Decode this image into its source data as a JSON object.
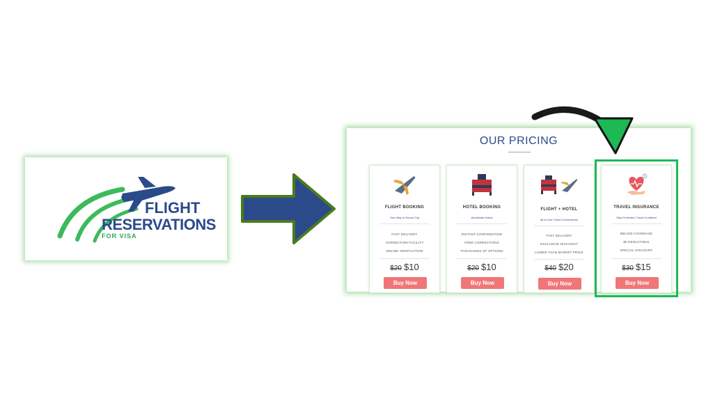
{
  "logo": {
    "line1": "FLIGHT",
    "line2": "RESERVATIONS",
    "line3": "FOR VISA",
    "plane_icon": "airplane-icon"
  },
  "pricing": {
    "title": "OUR PRICING",
    "cards": [
      {
        "name": "FLIGHT BOOKING",
        "subtitle": "One-Way or Round-Trip",
        "icon": "airplane-icon",
        "features": [
          "FAST DELIVERY",
          "CORRECTION FACILITY",
          "ONLINE VERIFICATION"
        ],
        "old_price": "$20",
        "new_price": "$10",
        "button": "Buy Now"
      },
      {
        "name": "HOTEL BOOKING",
        "subtitle": "Worldwide Hotels",
        "icon": "hotel-bed-icon",
        "features": [
          "INSTANT CONFIRMATION",
          "FREE CORRECTIONS",
          "THOUSANDS OF OPTIONS"
        ],
        "old_price": "$20",
        "new_price": "$10",
        "button": "Buy Now"
      },
      {
        "name": "FLIGHT + HOTEL",
        "subtitle": "All-in-One Travel Convenience",
        "icon": "bed-and-plane-icon",
        "features": [
          "FAST DELIVERY",
          "EXCLUSIVE DISCOUNT",
          "LOWER THAN MARKET PRICE"
        ],
        "old_price": "$40",
        "new_price": "$20",
        "button": "Buy Now"
      },
      {
        "name": "TRAVEL INSURANCE",
        "subtitle": "Stay Protected, Travel Confident",
        "icon": "heart-hand-icon",
        "features": [
          "$50,000 COVERAGE",
          "$0 DEDUCTIBLE",
          "SPECIAL DISCOUNT"
        ],
        "old_price": "$30",
        "new_price": "$15",
        "button": "Buy Now"
      }
    ]
  },
  "colors": {
    "brand_blue": "#2b4a8a",
    "brand_green": "#2aa55a",
    "highlight_green": "#1db954",
    "buy_button": "#f07678",
    "arrow_fill": "#2b4a8a"
  }
}
